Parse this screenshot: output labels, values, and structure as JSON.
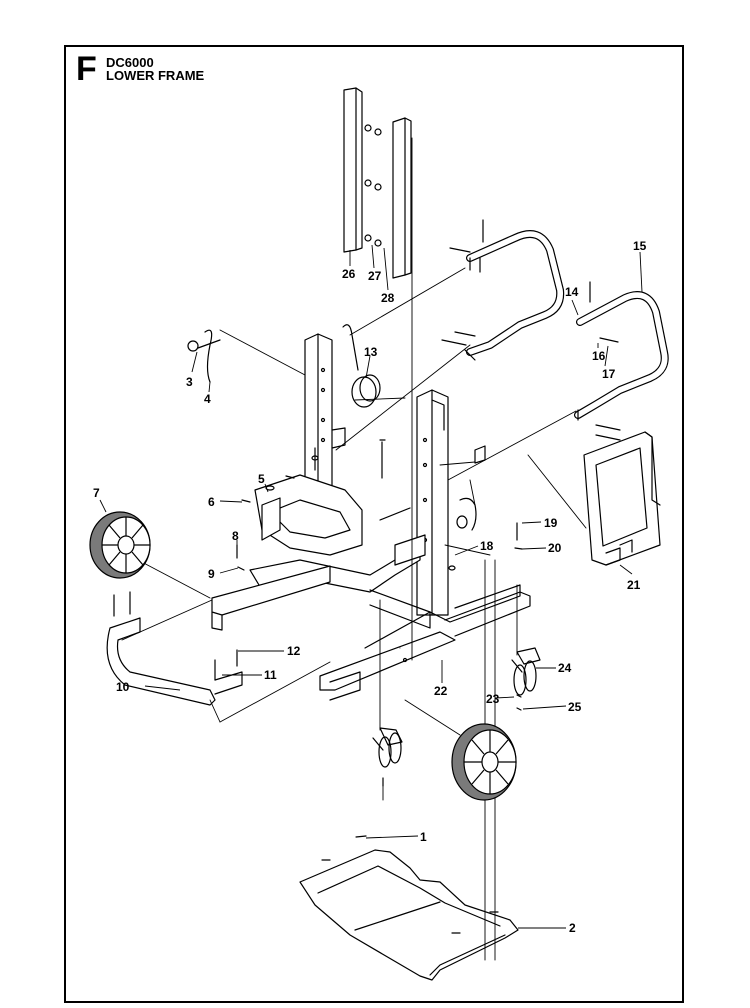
{
  "header": {
    "section_letter": "F",
    "model": "DC6000",
    "assembly_name": "LOWER FRAME"
  },
  "callouts": [
    "1",
    "2",
    "3",
    "4",
    "5",
    "6",
    "7",
    "8",
    "9",
    "10",
    "11",
    "12",
    "13",
    "14",
    "15",
    "16",
    "17",
    "18",
    "19",
    "20",
    "21",
    "22",
    "23",
    "24",
    "25",
    "26",
    "27",
    "28"
  ],
  "colors": {
    "line": "#000000",
    "tire": "#7a7a7a",
    "background": "#ffffff"
  }
}
